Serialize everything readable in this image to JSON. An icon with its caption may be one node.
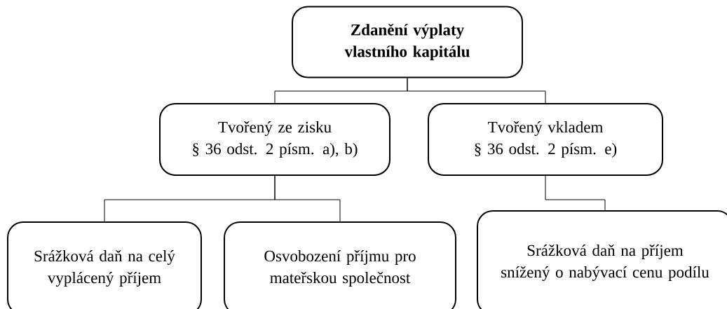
{
  "diagram": {
    "nodes": [
      {
        "text": [
          "Zdanění výplaty vlastního kapitálu"
        ]
      },
      {
        "text": [
          "Tvořený ze zisku",
          "§ 36 odst. 2 písm. a), b)"
        ]
      },
      {
        "text": [
          "Tvořený vkladem",
          "§ 36 odst. 2 písm. e)"
        ]
      },
      {
        "text": [
          "Srážková daň na celý vyplácený příjem"
        ]
      },
      {
        "text": [
          "Osvobození příjmu pro mateřskou společnost"
        ]
      },
      {
        "text": [
          "Srážková daň na příjem snížený o nabývací cenu podílu"
        ]
      }
    ],
    "edges": [
      {
        "from": 0,
        "to": 1,
        "arrow": "none"
      },
      {
        "from": 0,
        "to": 2,
        "arrow": "none"
      },
      {
        "from": 1,
        "to": 3,
        "arrow": "none"
      },
      {
        "from": 1,
        "to": 4,
        "arrow": "none"
      },
      {
        "from": 2,
        "to": 5,
        "arrow": "none"
      }
    ]
  }
}
